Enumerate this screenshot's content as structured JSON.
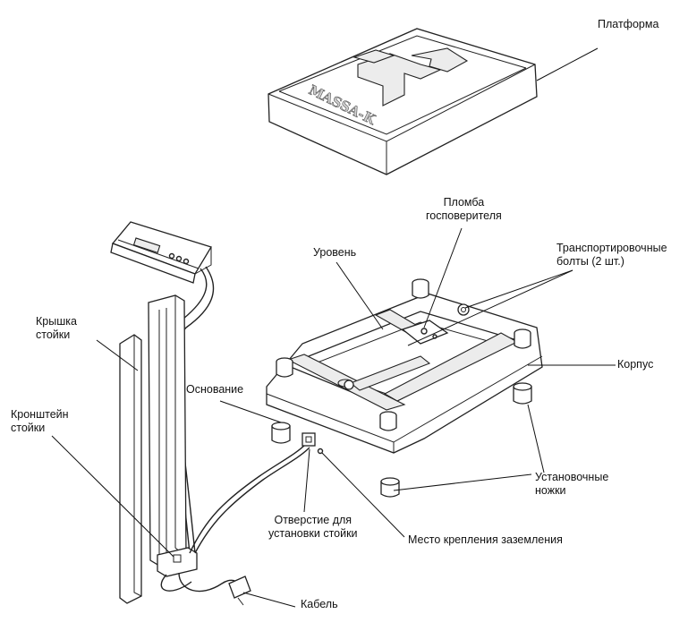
{
  "labels": {
    "platform": "Платформа",
    "seal": [
      "Пломба",
      "госповерителя"
    ],
    "level": "Уровень",
    "transport_bolts": [
      "Транспортировочные",
      "болты (2 шт.)"
    ],
    "cover": [
      "Крышка",
      "стойки"
    ],
    "body": "Корпус",
    "base": "Основание",
    "bracket": [
      "Кронштейн",
      "стойки"
    ],
    "feet": [
      "Установочные",
      "ножки"
    ],
    "hole": [
      "Отверстие для",
      "установки стойки"
    ],
    "ground": "Место крепления заземления",
    "cable": "Кабель"
  },
  "logo_text": "MASSA-K"
}
